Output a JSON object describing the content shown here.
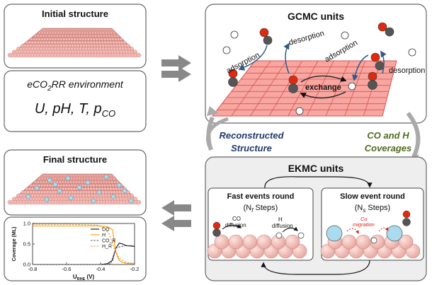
{
  "initial": {
    "title": "Initial structure",
    "environment_prefix": "eCO",
    "environment_sub": "2",
    "environment_suffix": "RR environment",
    "params_text": "U,  pH,  T,  p",
    "params_sub": "CO"
  },
  "final": {
    "title": "Final structure"
  },
  "gcmc": {
    "title": "GCMC units",
    "labels": {
      "adsorption_left": "adsorption",
      "desorption_top": "desorption",
      "adsorption_right": "adsorption",
      "desorption_right": "desorption",
      "exchange": "exchange"
    }
  },
  "side_labels": {
    "reconstructed_line1": "Reconstructed",
    "reconstructed_line2": "Structure",
    "coverages_line1": "CO and H",
    "coverages_line2": "Coverages"
  },
  "ekmc": {
    "title": "EKMC units",
    "fast": {
      "title": "Fast events round",
      "steps_prefix": "(N",
      "steps_sub": "f",
      "steps_suffix": " Steps)",
      "co_diffusion_1": "CO",
      "co_diffusion_2": "diffusion",
      "h_diffusion_1": "H",
      "h_diffusion_2": "diffusion"
    },
    "slow": {
      "title": "Slow event round",
      "steps_prefix": "(N",
      "steps_sub": "s",
      "steps_suffix": " Steps)",
      "cu_1": "Cu",
      "cu_2": "migration"
    }
  },
  "colors": {
    "panel_border": "#555555",
    "grid_fill": "#f7a6a0",
    "grid_line": "#d9534f",
    "oxygen": "#e02a10",
    "carbon": "#555555",
    "hydrogen": "#ffffff",
    "copper": "#f6c6c0",
    "migrated_cu": "#a9dcef",
    "arrow_blue": "#2d5b8c",
    "reconstructed_text": "#1f3a6b",
    "coverages_text": "#4f6b1e",
    "ekmc_panel_bg": "#eeeeee",
    "co_line": "#111111",
    "h_line": "#ff9900",
    "cor_line": "#555555",
    "hr_line": "#e0a030"
  },
  "chart_data": {
    "type": "line",
    "xlabel": "U",
    "xlabel_sub": "RHE",
    "xlabel_unit": " (V)",
    "ylabel": "Coverage (ML)",
    "xlim": [
      -0.8,
      -0.2
    ],
    "ylim": [
      0.0,
      1.0
    ],
    "x_ticks": [
      "-0.8",
      "-0.6",
      "-0.4",
      "-0.2"
    ],
    "y_ticks": [
      "0.0",
      "0.5",
      "1.0"
    ],
    "legend_position": "top-right",
    "series": [
      {
        "name": "CO",
        "style": "solid",
        "color": "#111111",
        "x": [
          -0.8,
          -0.5,
          -0.4,
          -0.36,
          -0.33,
          -0.31,
          -0.29,
          -0.27,
          -0.25,
          -0.2
        ],
        "y": [
          0.0,
          0.0,
          0.0,
          0.02,
          0.1,
          0.4,
          0.52,
          0.5,
          0.46,
          0.44
        ]
      },
      {
        "name": "H",
        "style": "solid",
        "color": "#ff9900",
        "x": [
          -0.8,
          -0.5,
          -0.4,
          -0.36,
          -0.33,
          -0.31,
          -0.29,
          -0.27,
          -0.25,
          -0.2
        ],
        "y": [
          0.94,
          0.94,
          0.94,
          0.92,
          0.85,
          0.3,
          0.1,
          0.05,
          0.03,
          0.02
        ]
      },
      {
        "name": "CO_R",
        "style": "dashed",
        "color": "#555555",
        "x": [
          -0.8,
          -0.5,
          -0.4,
          -0.36,
          -0.34,
          -0.31,
          -0.28,
          -0.25,
          -0.2
        ],
        "y": [
          0.0,
          0.0,
          0.0,
          0.01,
          0.02,
          0.4,
          0.44,
          0.46,
          0.46
        ]
      },
      {
        "name": "H_R",
        "style": "dashed",
        "color": "#e0a030",
        "x": [
          -0.8,
          -0.6,
          -0.5,
          -0.42,
          -0.38,
          -0.35,
          -0.32,
          -0.29,
          -0.25,
          -0.2
        ],
        "y": [
          0.98,
          0.98,
          0.97,
          0.96,
          0.9,
          0.75,
          0.4,
          0.15,
          0.05,
          0.03
        ]
      }
    ]
  }
}
